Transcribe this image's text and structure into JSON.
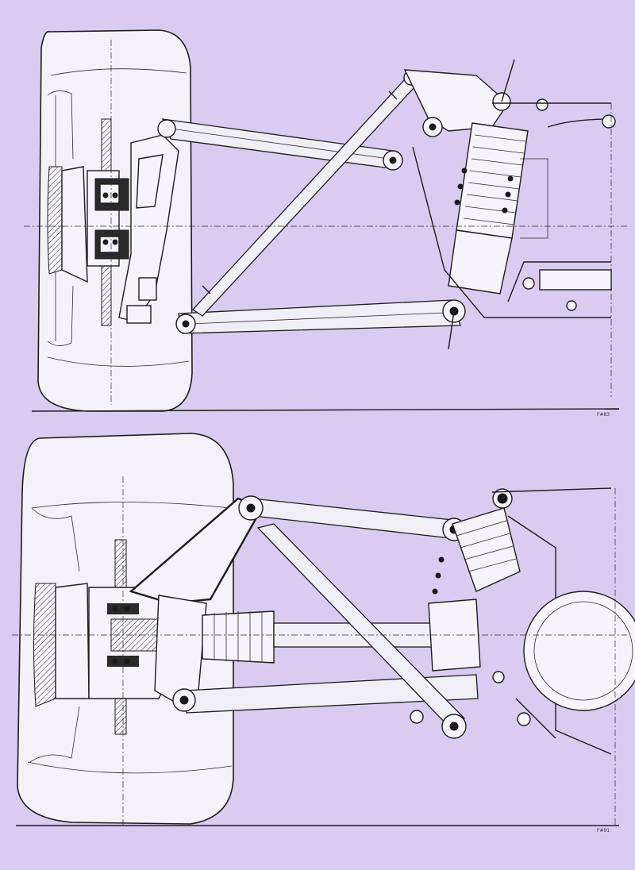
{
  "figures": [
    {
      "id": "front-suspension",
      "code": "F#83"
    },
    {
      "id": "rear-suspension",
      "code": "F#91"
    }
  ]
}
